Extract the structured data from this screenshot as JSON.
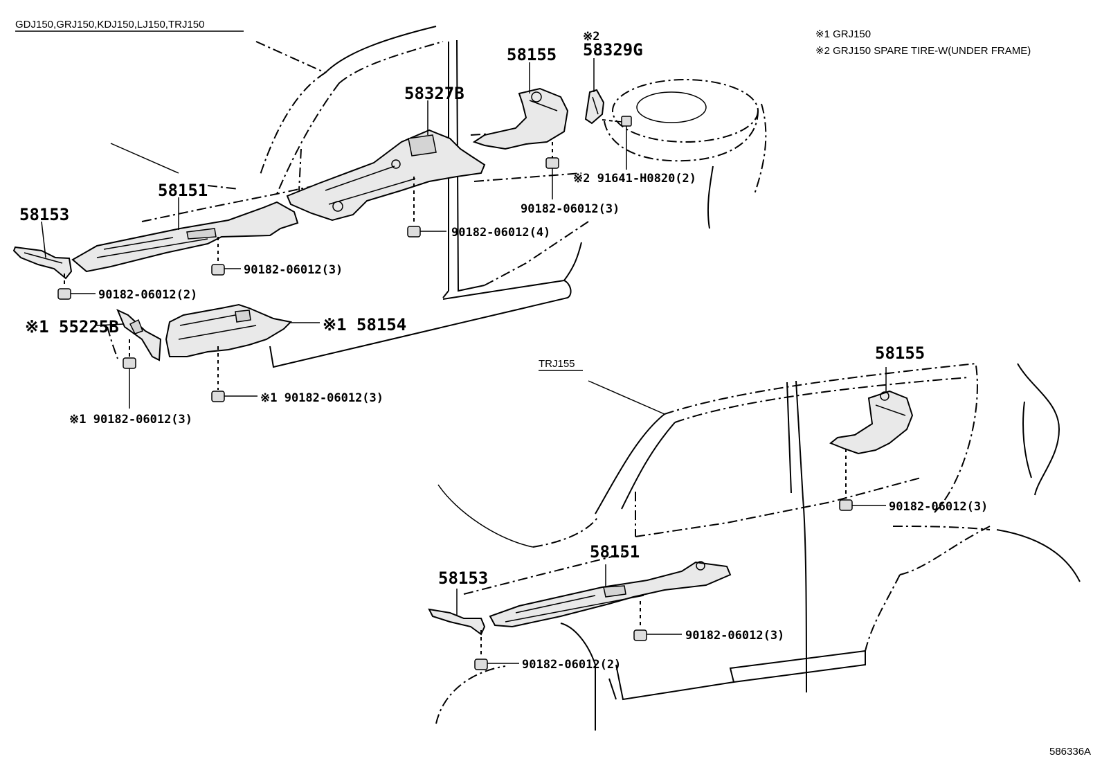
{
  "header": {
    "models_top": "GDJ150,GRJ150,KDJ150,LJ150,TRJ150",
    "models_bottom": "TRJ155"
  },
  "notes": [
    "※1 GRJ150",
    "※2 GRJ150 SPARE TIRE-W(UNDER FRAME)"
  ],
  "figure_id": "586336A",
  "top_view": {
    "part_58153": "58153",
    "part_58151": "58151",
    "part_58327B": "58327B",
    "part_58155": "58155",
    "mark_58329G": "※2",
    "part_58329G": "58329G",
    "bolt_91641": "※2 91641-H0820(2)",
    "nut_58155": "90182-06012(3)",
    "nut_58327B": "90182-06012(4)",
    "nut_58151": "90182-06012(3)",
    "nut_58153": "90182-06012(2)",
    "part_55225B": "※1 55225B",
    "part_58154": "※1 58154",
    "nut_58154": "※1 90182-06012(3)",
    "nut_55225B": "※1 90182-06012(3)"
  },
  "bottom_view": {
    "part_58155": "58155",
    "nut_58155": "90182-06012(3)",
    "part_58151": "58151",
    "part_58153": "58153",
    "nut_58151": "90182-06012(3)",
    "nut_58153": "90182-06012(2)"
  }
}
